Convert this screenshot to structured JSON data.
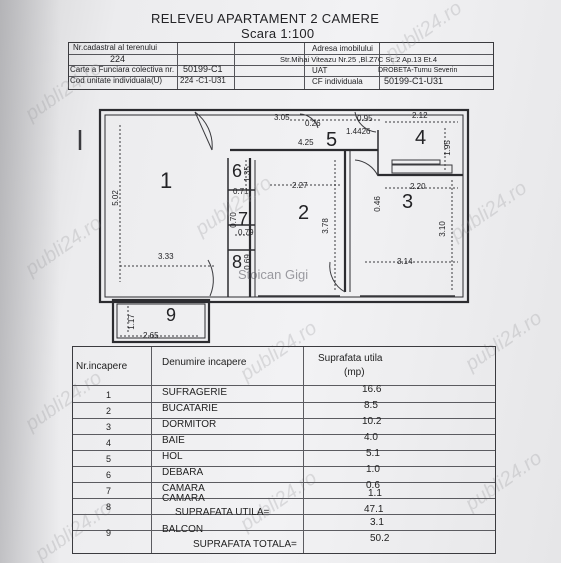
{
  "title": "RELEVEU APARTAMENT 2 CAMERE",
  "scale": "Scara 1:100",
  "header": {
    "nr_cadastral_label": "Nr.cadastral al terenului",
    "nr_cadastral_value": "224",
    "carte_funciara_label": "Carte a Funciara colectiva nr.",
    "carte_funciara_value": "50199-C1",
    "cod_unitate_label": "Cod unitate individuala(U)",
    "cod_unitate_value": "224 -C1-U31",
    "adresa_label": "Adresa imobilului",
    "adresa_value": "Str.Mihai Viteazu Nr.25 ,Bl.Z7C Sc.2 Ap.13 Et.4",
    "uat_label": "UAT",
    "uat_value": "DROBETA-Turnu Severin",
    "cf_label": "CF individuala",
    "cf_value": "50199-C1-U31"
  },
  "plan": {
    "room_numbers": [
      "1",
      "2",
      "3",
      "4",
      "5",
      "6",
      "7",
      "8",
      "9"
    ],
    "dimensions": [
      "3.05",
      "0.26",
      "0.95",
      "2.12",
      "4.25",
      "1.4426",
      "1.95",
      "2.27",
      "2.20",
      "5.02",
      "3.78",
      "3.10",
      "0.46",
      "0.71",
      "1.35",
      "0.70",
      "0.79",
      "0.69",
      "3.33",
      "3.14",
      "1.17",
      "2.65"
    ],
    "signature": "Stoican Gigi"
  },
  "watermark": "publi24.ro",
  "table": {
    "headers": {
      "nr": "Nr.incapere",
      "name": "Denumire incapere",
      "area": "Suprafata utila",
      "unit": "(mp)"
    },
    "rows": [
      {
        "nr": "1",
        "name": "SUFRAGERIE",
        "area": "16.6"
      },
      {
        "nr": "2",
        "name": "BUCATARIE",
        "area": "8.5"
      },
      {
        "nr": "3",
        "name": "DORMITOR",
        "area": "10.2"
      },
      {
        "nr": "4",
        "name": "BAIE",
        "area": "4.0"
      },
      {
        "nr": "5",
        "name": "HOL",
        "area": "5.1"
      },
      {
        "nr": "6",
        "name": "DEBARA",
        "area": "1.0"
      },
      {
        "nr": "7",
        "name": "CAMARA",
        "area": "0.6"
      },
      {
        "nr": "8",
        "name": "CAMARA",
        "area": "1.1"
      }
    ],
    "utila_label": "SUPRAFATA UTILA=",
    "utila_value": "47.1",
    "balcon_nr": "9",
    "balcon_name": "BALCON",
    "balcon_area": "3.1",
    "totala_label": "SUPRAFATA TOTALA=",
    "totala_value": "50.2"
  }
}
